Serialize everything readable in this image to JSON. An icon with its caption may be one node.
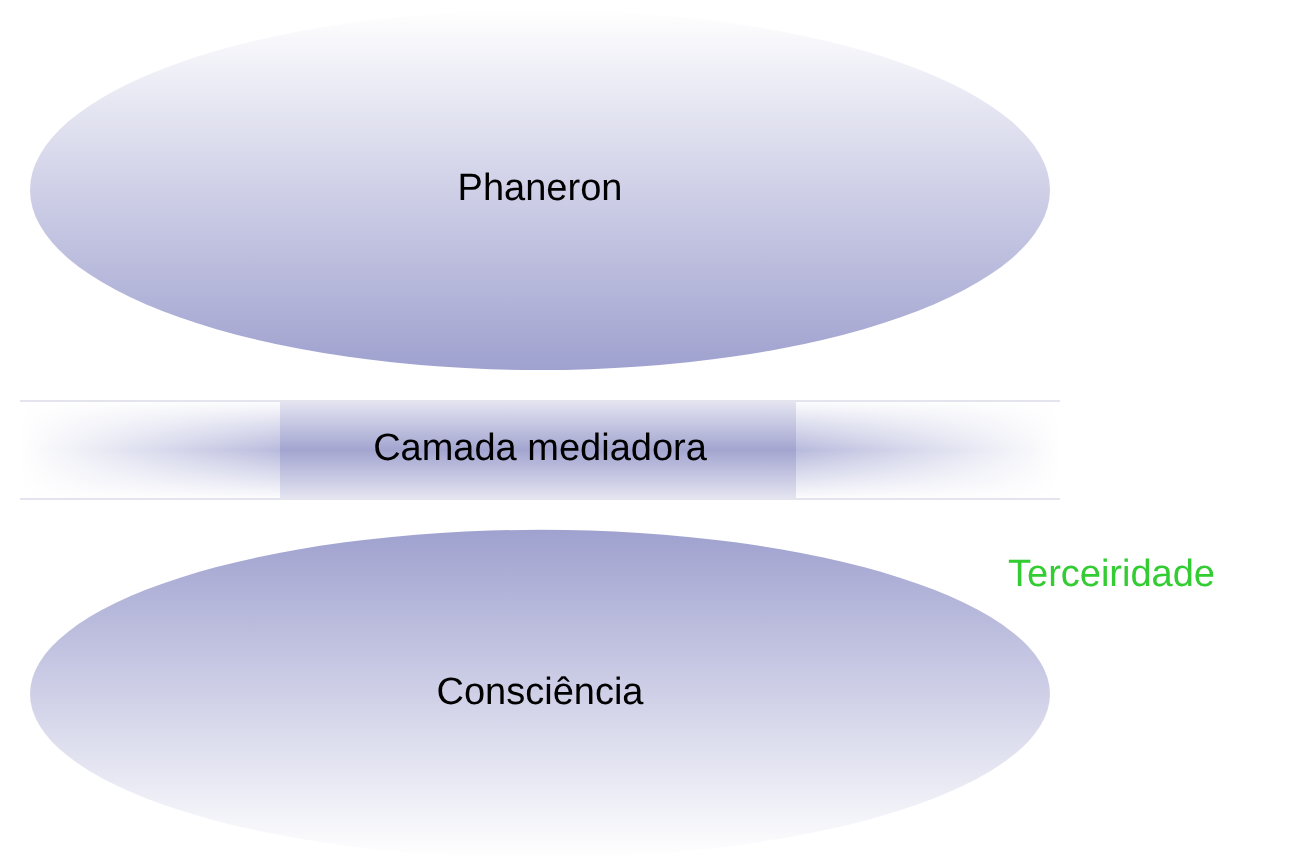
{
  "diagram": {
    "nodes": [
      {
        "text": [
          "Phaneron"
        ]
      },
      {
        "text": [
          "Camada mediadora"
        ]
      },
      {
        "text": [
          "Consciência"
        ]
      }
    ],
    "labels": [
      "Terceiridade"
    ]
  }
}
